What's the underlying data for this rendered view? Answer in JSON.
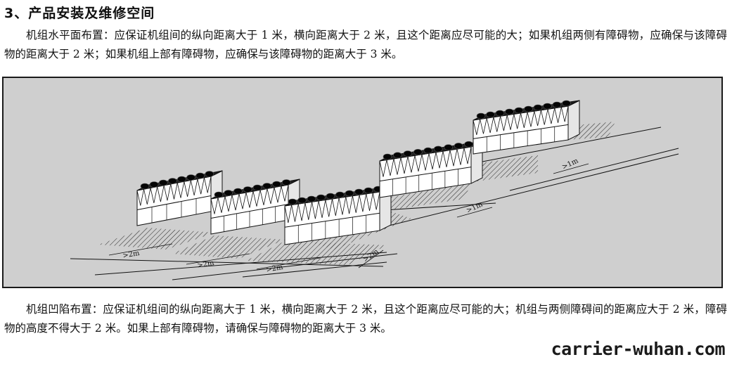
{
  "section": {
    "heading": "3、产品安装及维修空间"
  },
  "paragraphs": {
    "horizontal": "机组水平面布置：应保证机组间的纵向距离大于 1 米，横向距离大于 2 米，且这个距离应尽可能的大；如果机组两侧有障碍物，应确保与该障碍物的距离大于 2 米；如果机组上部有障碍物，应确保与该障碍物的距离大于 3 米。",
    "recessed": "机组凹陷布置：应保证机组间的纵向距离大于 1 米，横向距离大于 2 米，且这个距离应尽可能的大；机组与两侧障碍间的距离应大于 2 米，障碍物的高度不得大于 2 米。如果上部有障碍物，请确保与障碍物的距离大于 3 米。"
  },
  "figure": {
    "labels": {
      "lateral_1": ">2m",
      "lateral_2": ">2m",
      "lateral_3": ">2m",
      "lateral_4": ">2m",
      "longitudinal_1": ">1m",
      "longitudinal_2": ">1m"
    },
    "colors": {
      "background": "#cfcfcf",
      "unit_body": "#ffffff",
      "fan_deck": "#1e1e1e",
      "line": "#111111"
    }
  },
  "watermark": {
    "text": "carrier-wuhan.com"
  }
}
